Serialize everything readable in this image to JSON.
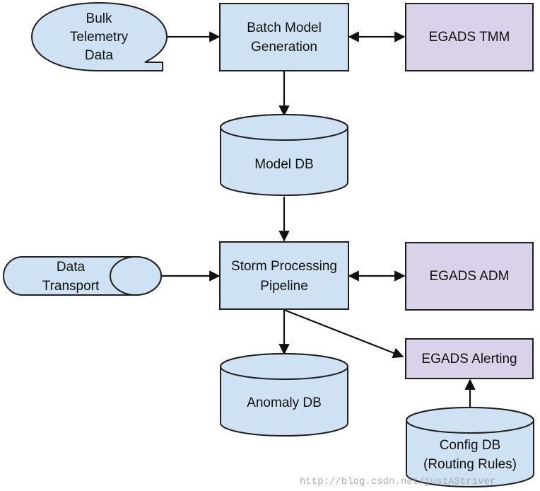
{
  "nodes": {
    "bulk_telemetry": {
      "lines": [
        "Bulk",
        "Telemetry",
        "Data"
      ]
    },
    "batch_model": {
      "lines": [
        "Batch Model",
        "Generation"
      ]
    },
    "egads_tmm": {
      "lines": [
        "EGADS TMM"
      ]
    },
    "model_db": {
      "lines": [
        "Model DB"
      ]
    },
    "data_transport": {
      "lines": [
        "Data",
        "Transport"
      ]
    },
    "storm_pipeline": {
      "lines": [
        "Storm Processing",
        "Pipeline"
      ]
    },
    "egads_adm": {
      "lines": [
        "EGADS ADM"
      ]
    },
    "anomaly_db": {
      "lines": [
        "Anomaly DB"
      ]
    },
    "egads_alerting": {
      "lines": [
        "EGADS Alerting"
      ]
    },
    "config_db": {
      "lines": [
        "Config DB",
        "(Routing Rules)"
      ]
    }
  },
  "watermark": "http://blog.csdn.net/justAStriver",
  "colors": {
    "process_fill": "#cfe2f3",
    "egads_fill": "#d9d2e9",
    "stroke": "#1f1f1f"
  }
}
